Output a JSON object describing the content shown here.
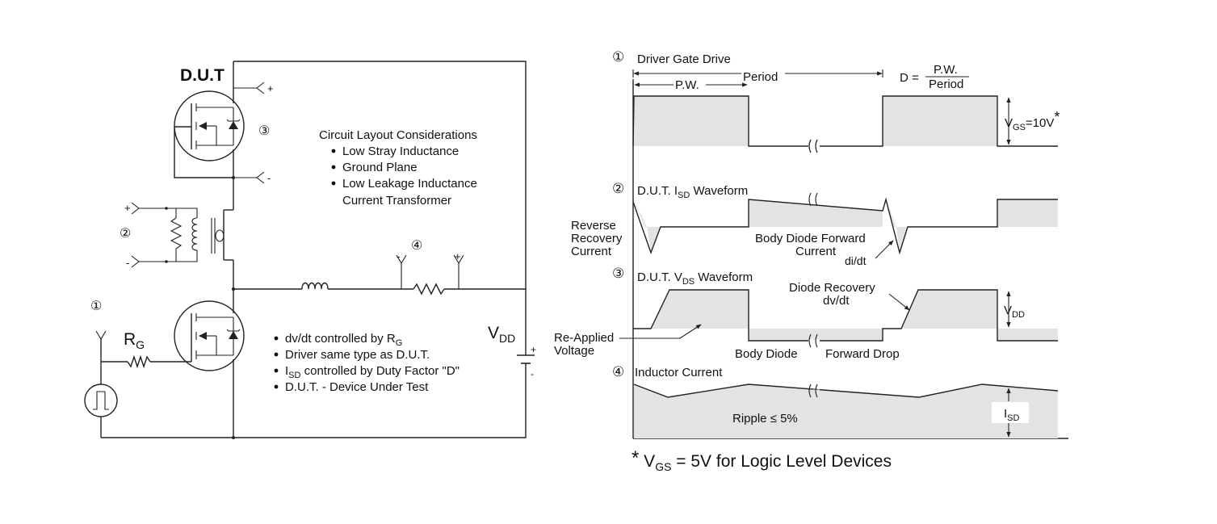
{
  "circuit": {
    "dut_label": "D.U.T",
    "rg_main": "R",
    "rg_sub": "G",
    "vdd_main": "V",
    "vdd_sub": "DD",
    "plus": "+",
    "minus": "-",
    "n1": "①",
    "n2": "②",
    "n3": "③",
    "n4": "④",
    "layout_title": "Circuit Layout Considerations",
    "layout_items": [
      "Low Stray Inductance",
      "Ground Plane",
      "Low Leakage Inductance",
      "Current Transformer"
    ],
    "notes": {
      "n1_a": "dv/dt controlled by R",
      "n1_b": "G",
      "n2": "Driver same type as D.U.T.",
      "n3_a": "I",
      "n3_b": "SD",
      "n3_c": " controlled by Duty Factor \"D\"",
      "n4": "D.U.T. - Device Under Test"
    }
  },
  "waveforms": {
    "w1_title": "Driver Gate Drive",
    "pw": "P.W.",
    "period": "Period",
    "d_eq": "D =",
    "d_num": "P.W.",
    "d_den": "Period",
    "vgs_main": "V",
    "vgs_sub": "GS",
    "vgs_val": "=10V",
    "star": "*",
    "w2_title_a": "D.U.T. I",
    "w2_title_sub": "SD",
    "w2_title_b": " Waveform",
    "rr1": "Reverse",
    "rr2": "Recovery",
    "rr3": "Current",
    "bd1": "Body  Diode  Forward",
    "bd2": "Current",
    "didt": "di/dt",
    "w3_title_a": "D.U.T. V",
    "w3_title_sub": "DS",
    "w3_title_b": " Waveform",
    "dr1": "Diode  Recovery",
    "dr2": "dv/dt",
    "vdd_main": "V",
    "vdd_sub": "DD",
    "ra1": "Re-Applied",
    "ra2": "Voltage",
    "body_diode": "Body  Diode",
    "fwd_drop": "Forward  Drop",
    "w4_title": "Inductor Current",
    "ripple": "Ripple  ≤  5%",
    "isd_main": "I",
    "isd_sub": "SD"
  },
  "footnote": {
    "star": "*",
    "v": " V",
    "sub": "GS",
    "rest": " = 5V for Logic Level Devices"
  }
}
